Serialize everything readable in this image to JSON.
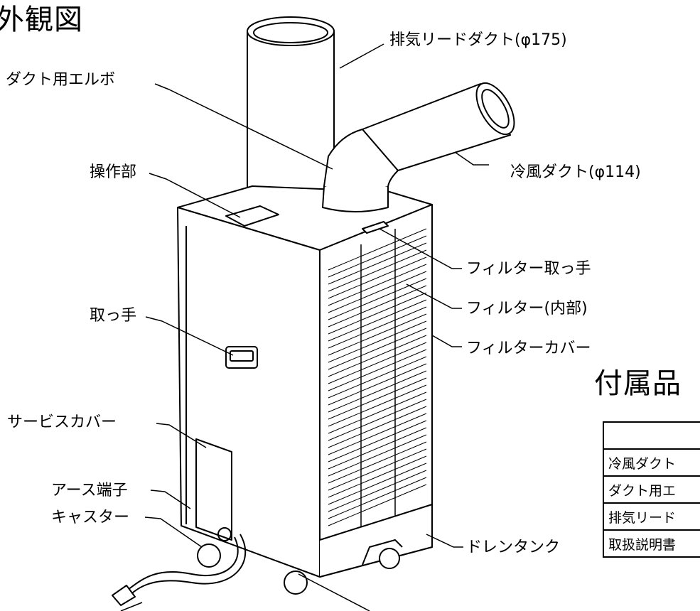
{
  "titles": {
    "main": "外観図",
    "accessories": "付属品"
  },
  "callouts": {
    "exhaust_duct": "排気リードダクト(φ175)",
    "duct_elbow": "ダクト用エルボ",
    "control_panel": "操作部",
    "cold_air_duct": "冷風ダクト(φ114)",
    "filter_handle": "フィルター取っ手",
    "filter_inside": "フィルター(内部)",
    "filter_cover": "フィルターカバー",
    "handle": "取っ手",
    "service_cover": "サービスカバー",
    "earth_terminal": "アース端子",
    "caster": "キャスター",
    "drain_tank": "ドレンタンク"
  },
  "accessory_table": {
    "header": "",
    "rows": [
      "冷風ダクト",
      "ダクト用エ",
      "排気リード",
      "取扱説明書"
    ]
  }
}
